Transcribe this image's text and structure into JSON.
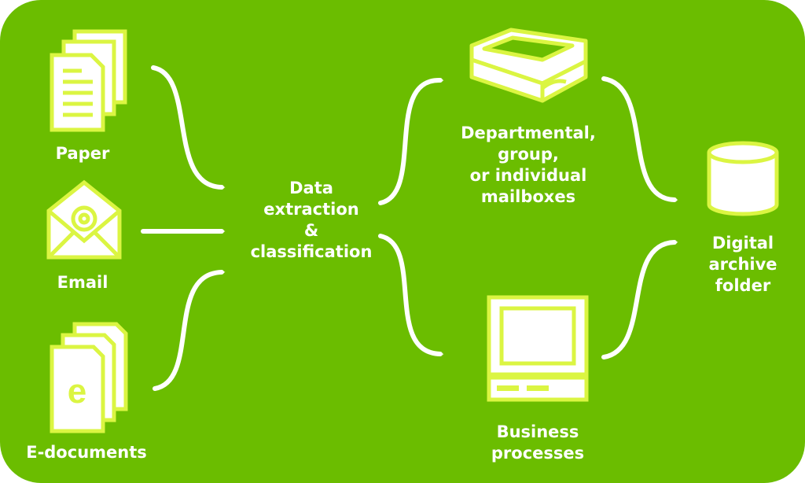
{
  "colors": {
    "background": "#6bbd00",
    "accent": "#dbf542",
    "fill": "#ffffff",
    "text": "#ffffff"
  },
  "sources": [
    {
      "id": "paper",
      "label": "Paper",
      "icon": "paper-stack-icon"
    },
    {
      "id": "email",
      "label": "Email",
      "icon": "email-envelope-icon"
    },
    {
      "id": "edocs",
      "label": "E-documents",
      "icon": "e-document-stack-icon"
    }
  ],
  "process": {
    "lines": [
      "Data",
      "extraction",
      "&",
      "classification"
    ]
  },
  "destinations": [
    {
      "id": "mailboxes",
      "lines": [
        "Departmental,",
        "group,",
        "or individual",
        "mailboxes"
      ],
      "icon": "mail-tray-icon"
    },
    {
      "id": "business",
      "lines": [
        "Business",
        "processes"
      ],
      "icon": "computer-icon"
    }
  ],
  "archive": {
    "lines": [
      "Digital",
      "archive",
      "folder"
    ],
    "icon": "database-cylinder-icon"
  }
}
